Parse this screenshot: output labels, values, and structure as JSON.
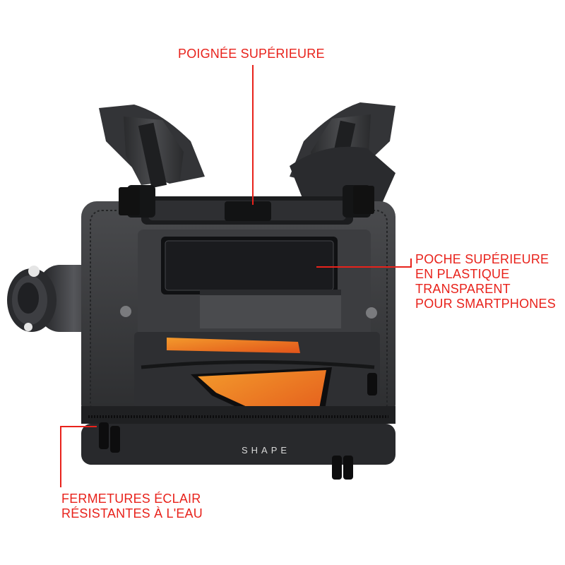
{
  "colors": {
    "accent": "#e8221b",
    "bag_body": "#3a3b3d",
    "bag_dark": "#1f2022",
    "phone_screen": "#f07a1e"
  },
  "brand": {
    "logo_text": "SHAPE"
  },
  "callouts": {
    "top_handle": {
      "lines": [
        "POIGNÉE SUPÉRIEURE"
      ]
    },
    "top_pocket": {
      "lines": [
        "POCHE SUPÉRIEURE",
        "EN PLASTIQUE",
        "TRANSPARENT",
        "POUR SMARTPHONES"
      ]
    },
    "zippers": {
      "lines": [
        "FERMETURES ÉCLAIR",
        "RÉSISTANTES À L'EAU"
      ]
    }
  }
}
